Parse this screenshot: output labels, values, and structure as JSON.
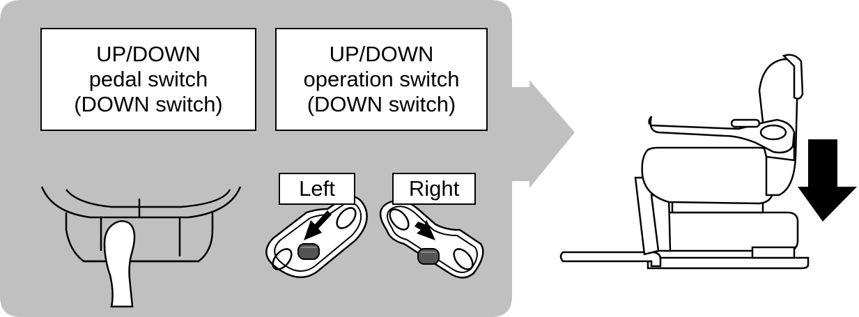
{
  "pedal_box": {
    "lines": [
      "UP/DOWN",
      "pedal switch",
      "(DOWN switch)"
    ]
  },
  "operation_box": {
    "lines": [
      "UP/DOWN",
      "operation switch",
      "(DOWN switch)"
    ]
  },
  "switch_labels": {
    "left": "Left",
    "right": "Right"
  },
  "colors": {
    "panel": "#c0c0c0",
    "button": "#555555",
    "arrow": "#000000"
  }
}
